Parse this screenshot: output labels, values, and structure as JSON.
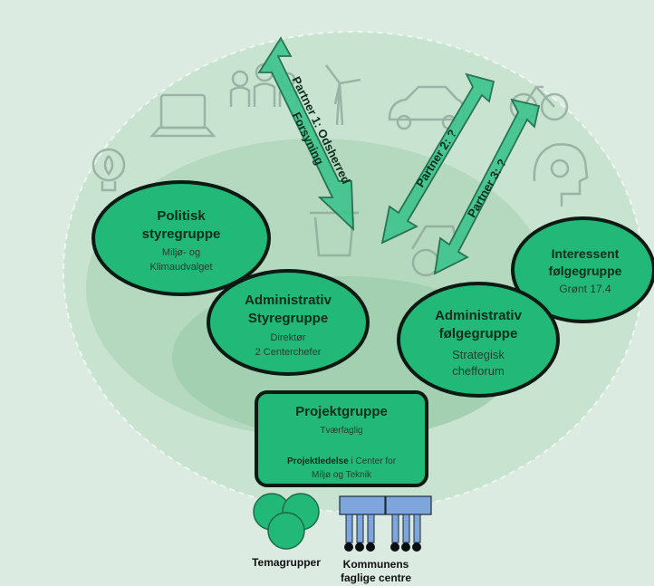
{
  "colors": {
    "background": "#dcebe2",
    "outer_ellipse": "#c9e3d1",
    "mid_ellipse": "#b4d9bf",
    "inner_ellipse": "#a3d0b0",
    "node_fill": "#21b878",
    "node_stroke": "#0c1a13",
    "arrow_fill": "#3fc48d",
    "arrow_stroke": "#1b6b4a",
    "column_blue": "#7fa6dc",
    "column_dark": "#1a2a3a"
  },
  "icons": [
    "laptop-icon",
    "people-icon",
    "wind-turbine-icon",
    "car-icon",
    "bicycle-icon",
    "lightbulb-icon",
    "head-icon",
    "trash-bin-icon",
    "tractor-icon"
  ],
  "arrows": [
    {
      "label_line1": "Partner 1: Odsherred",
      "label_line2": "Forsyning"
    },
    {
      "label_line1": "Partner 2: ?"
    },
    {
      "label_line1": "Partner 3: ?"
    }
  ],
  "nodes": {
    "politisk": {
      "title1": "Politisk",
      "title2": "styregruppe",
      "sub1": "Miljø- og",
      "sub2": "Klimaudvalget"
    },
    "adm_styre": {
      "title1": "Administrativ",
      "title2": "Styregruppe",
      "sub1": "Direktør",
      "sub2": "2 Centerchefer"
    },
    "adm_folge": {
      "title1": "Administrativ",
      "title2": "følgegruppe",
      "sub1": "Strategisk",
      "sub2": "chefforum"
    },
    "interessent": {
      "title1": "Interessent",
      "title2": "følgegruppe",
      "sub1": "Grønt 17.4"
    },
    "projekt": {
      "title": "Projektgruppe",
      "sub": "Tværfaglig",
      "lead_bold": "Projektledelse",
      "lead_rest": " i Center for",
      "lead2": "Miljø og Teknik"
    }
  },
  "bottom": {
    "temagrupper": "Temagrupper",
    "kommunens1": "Kommunens",
    "kommunens2": "faglige centre"
  }
}
